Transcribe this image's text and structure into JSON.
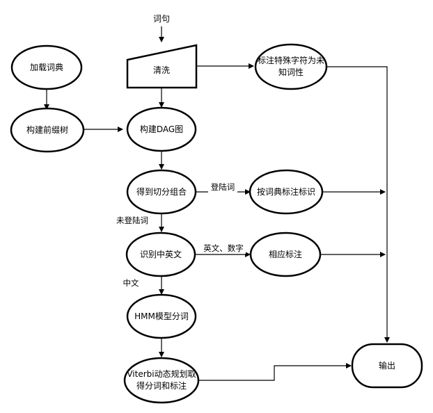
{
  "nodes": {
    "input": "词句",
    "load_dict": "加载词典",
    "clean": "清洗",
    "mark_special_1": "标注特殊字符为未",
    "mark_special_2": "知词性",
    "build_prefix": "构建前缀树",
    "build_dag": "构建DAG图",
    "get_combo": "得到切分组合",
    "dict_mark": "按词典标注标识",
    "recognize": "识别中英文",
    "corresponding": "相应标注",
    "hmm": "HMM模型分词",
    "viterbi_1": "Viterbi动态规划取",
    "viterbi_2": "得分词和标注",
    "output": "输出"
  },
  "edge_labels": {
    "registered": "登陆词",
    "unregistered": "未登陆词",
    "en_num": "英文、数字",
    "chinese": "中文"
  }
}
